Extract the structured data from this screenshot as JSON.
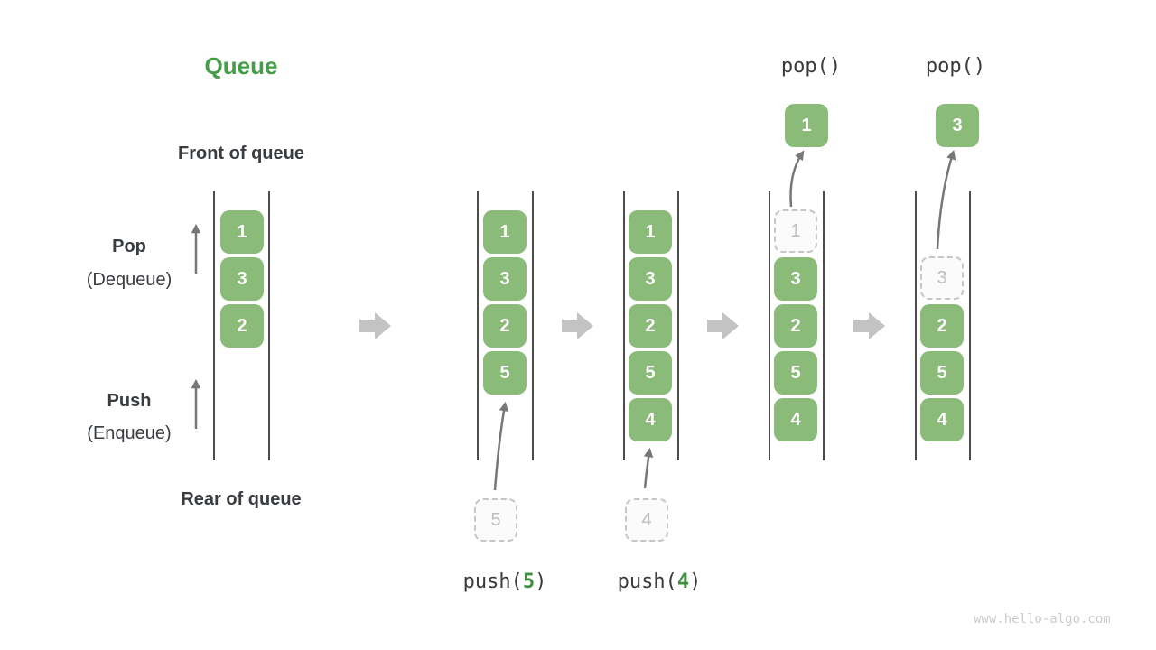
{
  "header": {
    "title": "Queue"
  },
  "labels": {
    "front_of_queue": "Front of queue",
    "rear_of_queue": "Rear of queue",
    "pop_title": "Pop",
    "pop_subtitle": "(Dequeue)",
    "push_title": "Push",
    "push_subtitle": "(Enqueue)"
  },
  "pop_ops": [
    {
      "label": "pop()",
      "value": "1"
    },
    {
      "label": "pop()",
      "value": "3"
    }
  ],
  "push_ops": [
    {
      "prefix": "push(",
      "arg": "5",
      "suffix": ")",
      "pending": "5"
    },
    {
      "prefix": "push(",
      "arg": "4",
      "suffix": ")",
      "pending": "4"
    }
  ],
  "states": [
    {
      "items": [
        "1",
        "3",
        "2"
      ]
    },
    {
      "items": [
        "1",
        "3",
        "2",
        "5"
      ]
    },
    {
      "items": [
        "1",
        "3",
        "2",
        "5",
        "4"
      ]
    },
    {
      "ghost": "1",
      "items": [
        "3",
        "2",
        "5",
        "4"
      ]
    },
    {
      "ghost": "3",
      "items": [
        "2",
        "5",
        "4"
      ]
    }
  ],
  "watermark": "www.hello-algo.com",
  "colors": {
    "accent_green": "#459c49",
    "box_green": "#8bbb79",
    "text_dark": "#393d41",
    "thin_arrow_gray": "#777777",
    "block_arrow_gray": "#c3c3c3",
    "ghost_gray": "#bdbdbd"
  }
}
